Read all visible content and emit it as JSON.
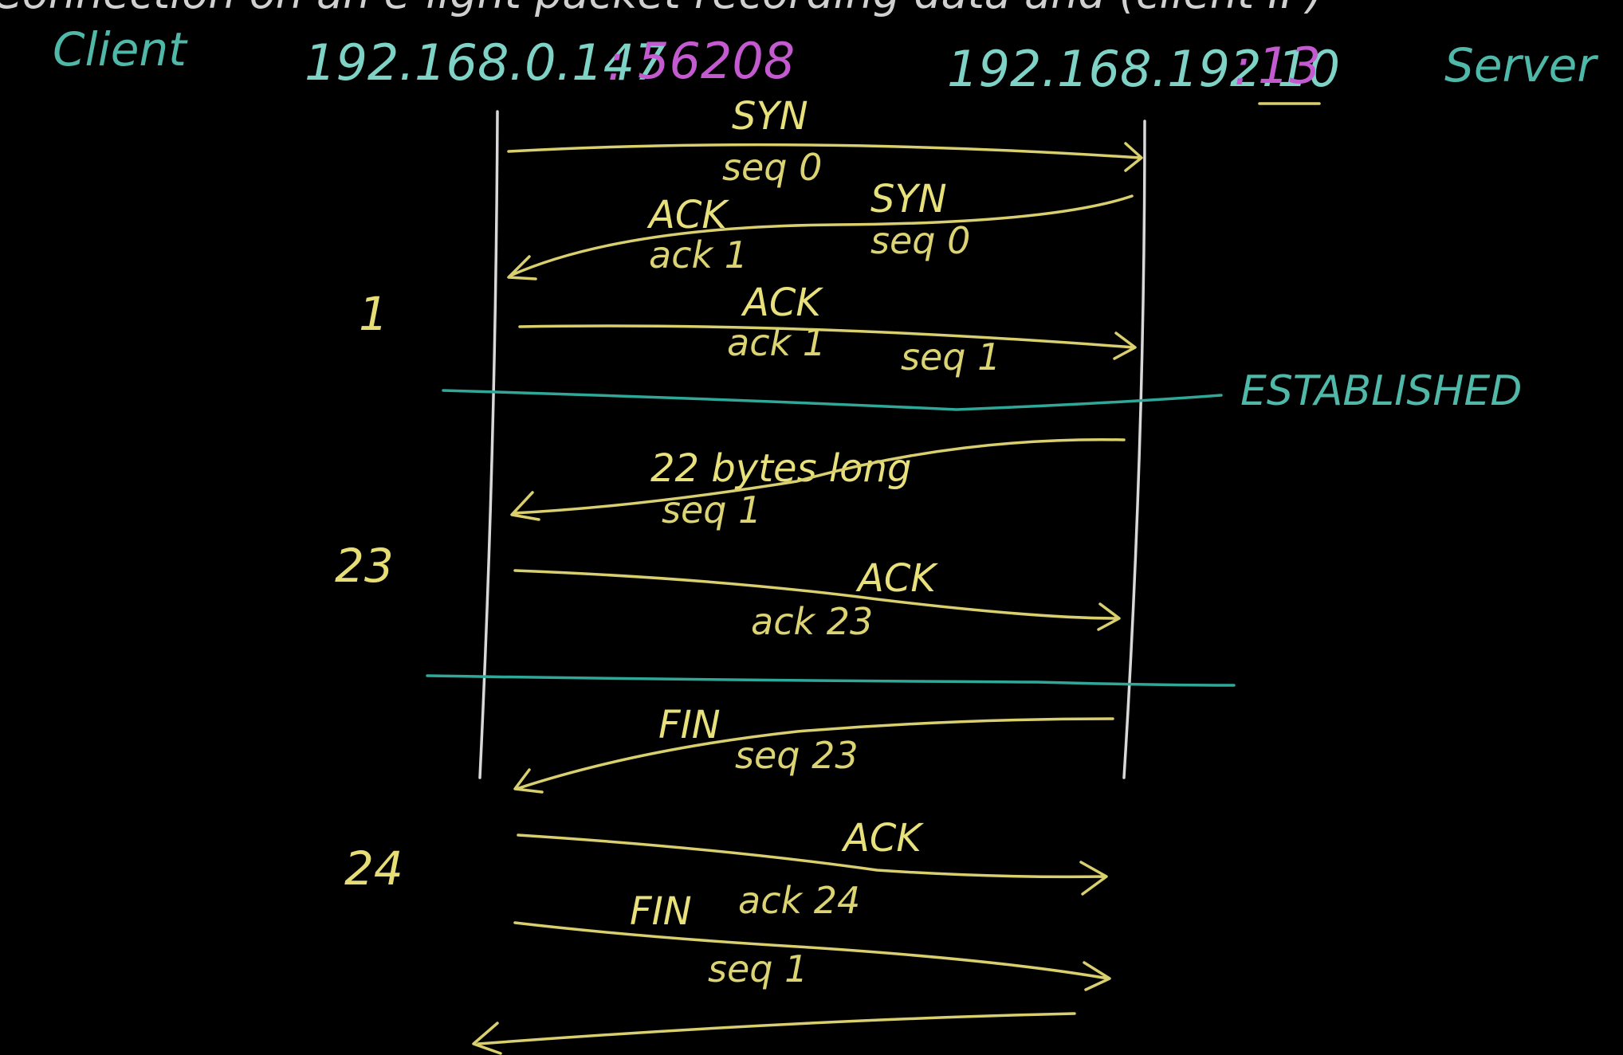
{
  "top_caption": "Connection on an e-light packet recording data and (client IP)",
  "client": {
    "role": "Client",
    "ip": "192.168.0.147",
    "colon": ":",
    "port": "56208"
  },
  "server": {
    "role": "Server",
    "ip": "192.168.192.10",
    "colon": ":",
    "port": "13"
  },
  "messages": {
    "syn1": {
      "label": "SYN",
      "detail": "seq 0"
    },
    "synack": {
      "ack_label": "ACK",
      "ack_detail": "ack 1",
      "syn_label": "SYN",
      "syn_detail": "seq 0"
    },
    "ack1": {
      "label": "ACK",
      "detail_ack": "ack 1",
      "detail_seq": "seq 1"
    },
    "data": {
      "label": "22 bytes long",
      "detail": "seq 1"
    },
    "ack23": {
      "label": "ACK",
      "detail": "ack 23"
    },
    "fin1": {
      "label": "FIN",
      "detail": "seq 23"
    },
    "ack24": {
      "label": "ACK",
      "detail": "ack 24"
    },
    "fin2": {
      "label": "FIN",
      "detail": "seq 1"
    }
  },
  "side_numbers": {
    "n1": "1",
    "n23": "23",
    "n24": "24"
  },
  "established": "ESTABLISHED",
  "colors": {
    "background": "#000000",
    "arrows": "#d9cf6e",
    "lifelines": "#d8d8d8",
    "separators": "#2fa89a",
    "port_highlight": "#c45ad0",
    "address": "#7fd2c6"
  }
}
